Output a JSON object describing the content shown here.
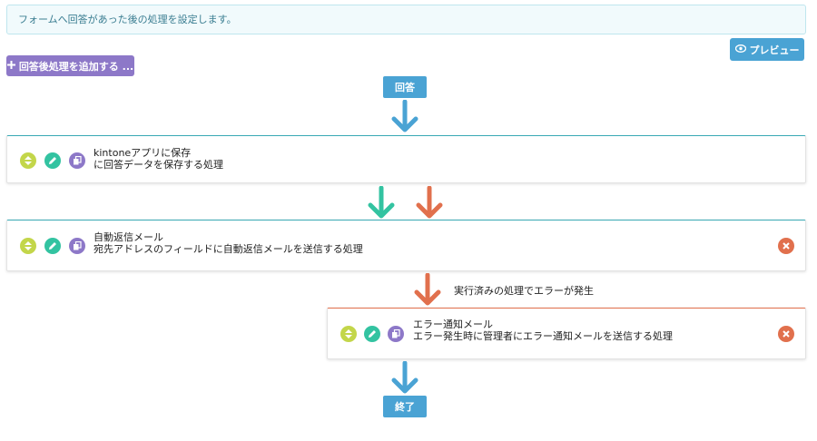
{
  "banner": {
    "text": "フォームへ回答があった後の処理を設定します。"
  },
  "toolbar": {
    "preview_label": "プレビュー",
    "add_label": "回答後処理を追加する ..."
  },
  "flow": {
    "start_label": "回答",
    "end_label": "終了",
    "error_branch_label": "実行済みの処理でエラーが発生"
  },
  "cards": [
    {
      "title": "kintoneアプリに保存",
      "description": "に回答データを保存する処理",
      "deletable": false
    },
    {
      "title": "自動返信メール",
      "description": "宛先アドレスのフィールドに自動返信メールを送信する処理",
      "deletable": true
    },
    {
      "title": "エラー通知メール",
      "description": "エラー発生時に管理者にエラー通知メールを送信する処理",
      "deletable": true
    }
  ],
  "icons": {
    "preview": "eye-icon",
    "add": "plus-icon",
    "move": "sort-icon",
    "edit": "pencil-icon",
    "copy": "copy-icon",
    "delete": "close-icon",
    "flow": "arrow-down-icon"
  },
  "colors": {
    "primary": "#4aa3d4",
    "purple": "#8d78c8",
    "lime": "#c3d64a",
    "teal": "#33c3a1",
    "orange": "#e1704d",
    "info_bg": "#f1fafc"
  }
}
